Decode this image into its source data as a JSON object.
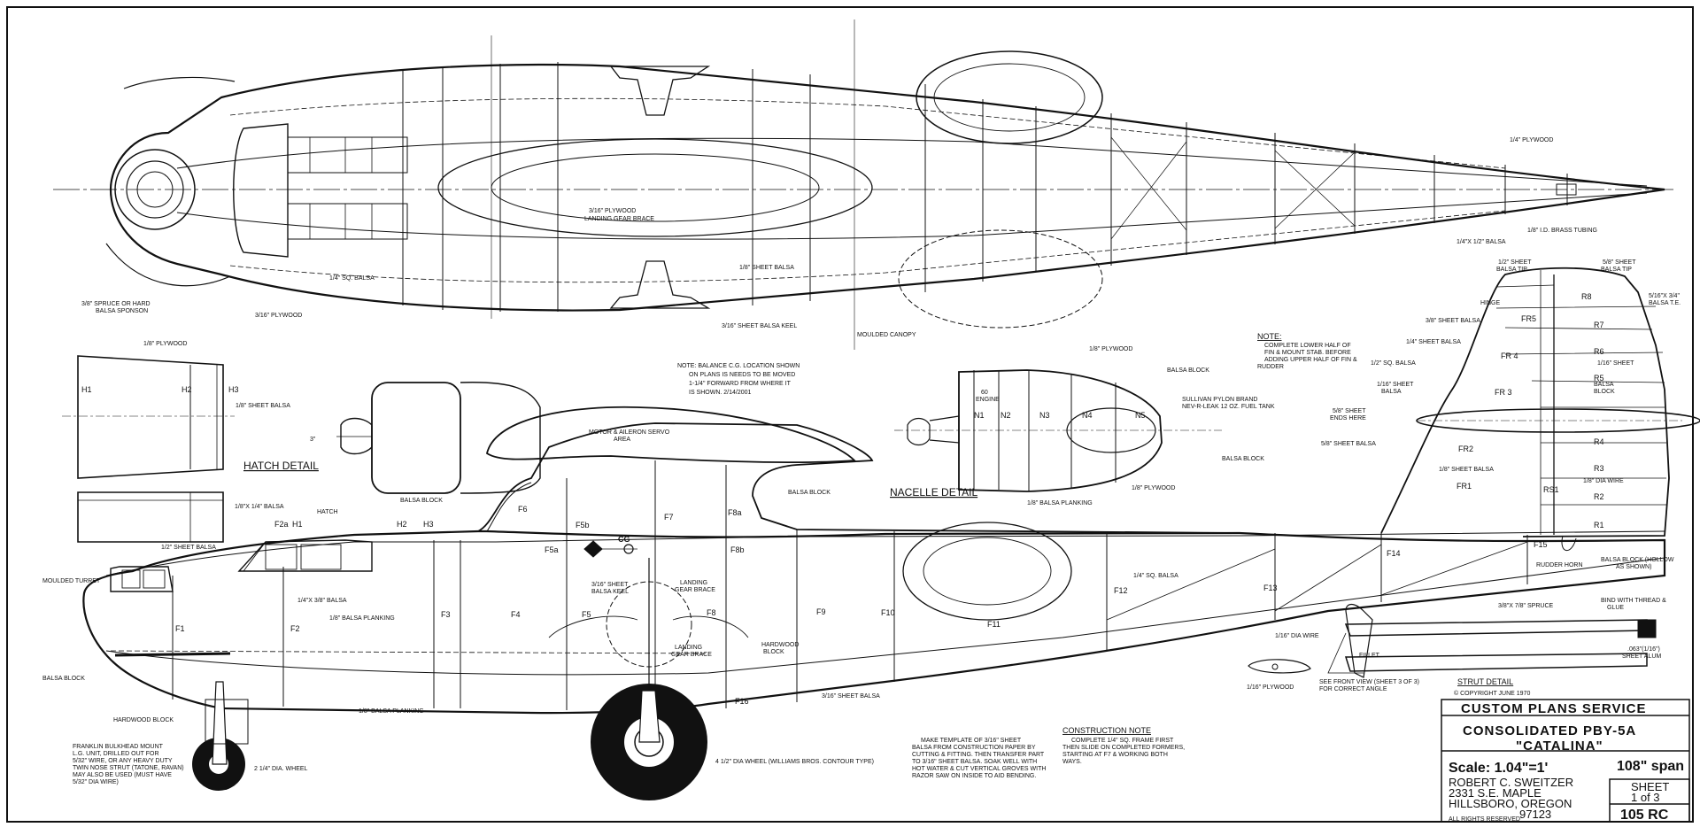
{
  "labels": {
    "ply_quarter_top": "1/4\" PLYWOOD",
    "balsa_quarter_half": "1/4\"X 1/2\" BALSA",
    "brass_tubing": "1/8\" I.D. BRASS TUBING",
    "landing_gear_brace_top": "3/16\" PLYWOOD\nLANDING GEAR BRACE",
    "sheet_balsa_eighth_top": "1/8\" SHEET BALSA",
    "sq_balsa_quarter_top": "1/4\" SQ. BALSA",
    "spruce_sponson": "3/8\" SPRUCE OR HARD\nBALSA SPONSON",
    "ply_3_16": "3/16\" PLYWOOD",
    "balsa_keel_top": "3/16\" SHEET BALSA KEEL",
    "moulded_canopy": "MOULDED CANOPY",
    "hatch_plywood": "1/8\" PLYWOOD",
    "h1": "H1",
    "h2": "H2",
    "h3": "H3",
    "hatch_sheet": "1/8\" SHEET BALSA",
    "hatch_detail": "HATCH DETAIL",
    "hatch_balsa_strip": "1/8\"X 1/4\" BALSA",
    "cg_note": "NOTE: BALANCE C.G. LOCATION SHOWN\nON PLANS IS NEEDS TO BE MOVED\n1-1/4\" FORWARD FROM WHERE IT\nIS SHOWN. 2/14/2001",
    "servo_area": "MOTOR & AILERON SERVO\nAREA",
    "balsa_block_a": "BALSA BLOCK",
    "balsa_block_b": "BALSA BLOCK",
    "hatch": "HATCH",
    "f2a": "F2a",
    "half_sheet": "1/2\" SHEET BALSA",
    "moulded_turret": "MOULDED TURRET",
    "quarter_3_8": "1/4\"X 3/8\" BALSA",
    "planking_a": "1/8\" BALSA PLANKING",
    "keel_side": "3/16\" SHEET\nBALSA KEEL",
    "lg_brace_side": "LANDING\nGEAR BRACE",
    "lg_brace_lower": "LANDING\nGEAR BRACE",
    "hardwood_block_a": "HARDWOOD\nBLOCK",
    "balsa_block_left": "BALSA BLOCK",
    "hardwood_block_b": "HARDWOOD BLOCK",
    "planking_b": "1/8\" BALSA PLANKING",
    "sheet_3_16": "3/16\" SHEET BALSA",
    "bulkhead_note": "FRANKLIN BULKHEAD MOUNT\nL.G. UNIT, DRILLED OUT FOR\n5/32\" WIRE, OR ANY HEAVY DUTY\nTWIN NOSE STRUT (TATONE, RAVAN)\nMAY ALSO BE USED (MUST HAVE\n5/32\" DIA WIRE)",
    "small_wheel": "2 1/4\" DIA. WHEEL",
    "big_wheel": "4 1/2\" DIA WHEEL (WILLIAMS BROS. CONTOUR TYPE)",
    "template_note": "MAKE TEMPLATE OF 3/16\" SHEET\nBALSA FROM CONSTRUCTION PAPER BY\nCUTTING & FITTING. THEN TRANSFER PART\nTO 3/16\" SHEET BALSA. SOAK WELL WITH\nHOT WATER & CUT VERTICAL GROVES WITH\nRAZOR SAW ON INSIDE TO AID BENDING.",
    "construction_note_title": "CONSTRUCTION NOTE",
    "construction_note": "COMPLETE 1/4\" SQ. FRAME FIRST\nTHEN SLIDE ON COMPLETED FORMERS,\nSTARTING AT F7 & WORKING BOTH\nWAYS.",
    "nacelle_ply_top": "1/8\" PLYWOOD",
    "nacelle_block_top": "BALSA BLOCK",
    "engine": "60\nENGINE",
    "fuel_tank": "SULLIVAN PYLON BRAND\nNEV-R-LEAK 12 OZ. FUEL TANK",
    "nacelle_block_low": "BALSA BLOCK",
    "nacelle_detail": "NACELLE DETAIL",
    "nacelle_planking": "1/8\" BALSA PLANKING",
    "nacelle_ply_low": "1/8\" PLYWOOD",
    "n1": "N1",
    "n2": "N2",
    "n3": "N3",
    "n4": "N4",
    "n5": "N5",
    "fin_note_title": "NOTE:",
    "fin_note": "COMPLETE LOWER HALF OF\nFIN & MOUNT STAB. BEFORE\nADDING UPPER HALF OF FIN &\nRUDDER",
    "half_sheet_tip": "1/2\" SHEET\nBALSA TIP",
    "five_16_tip": "5/8\" SHEET\nBALSA TIP",
    "hinge": "HINGE",
    "te": "5/16\"X 3/4\"\nBALSA T.E.",
    "fin_3_8": "3/8\" SHEET BALSA",
    "fin_quarter": "1/4\" SHEET BALSA",
    "fin_half": "1/2\" SQ. BALSA",
    "fin_1_16": "1/16\" SHEET\nBALSA",
    "five_8_ends": "5/8\" SHEET\nENDS HERE",
    "five_8_balsa": "5/8\" SHEET BALSA",
    "fin_1_8": "1/8\" SHEET BALSA",
    "sheet_1_16_small": "1/16\" SHEET",
    "balsa_block_r": "BALSA\nBLOCK",
    "dia_wire": "1/8\" DIA WIRE",
    "rudder_horn": "RUDDER HORN",
    "balsa_hollow": "BALSA BLOCK (HOLLOW\nAS SHOWN)",
    "sq_balsa_quarter_mid": "1/4\" SQ. BALSA",
    "spruce_strut": "3/8\"X 7/8\" SPRUCE",
    "bind": "BIND WITH THREAD &\nGLUE",
    "alum": ".063\"(1/16\")\nSHEET ALUM",
    "dia_wire_16": "1/16\" DIA WIRE",
    "fillet": "FILLET",
    "ply_16": "1/16\" PLYWOOD",
    "front_view": "SEE FRONT VIEW (SHEET 3 OF 3)\nFOR CORRECT ANGLE",
    "strut_detail": "STRUT DETAIL",
    "copyright": "© COPYRIGHT JUNE 1970",
    "cg": "CG",
    "dim_3": "3\""
  },
  "formers": {
    "f1": "F1",
    "f2": "F2",
    "f3": "F3",
    "f4": "F4",
    "f5": "F5",
    "f5a": "F5a",
    "f5b": "F5b",
    "f6": "F6",
    "f7": "F7",
    "f8": "F8",
    "f8a": "F8a",
    "f8b": "F8b",
    "f9": "F9",
    "f10": "F10",
    "f11": "F11",
    "f12": "F12",
    "f13": "F13",
    "f14": "F14",
    "f15": "F15",
    "f16": "F16"
  },
  "tail_ribs": {
    "fr1": "FR1",
    "fr2": "FR2",
    "fr3": "FR 3",
    "fr4": "FR 4",
    "fr5": "FR5",
    "r1": "R1",
    "r2": "R2",
    "r3": "R3",
    "r4": "R4",
    "r5": "R5",
    "r6": "R6",
    "r7": "R7",
    "r8": "R8",
    "rs1": "RS1"
  },
  "title_block": {
    "service": "CUSTOM PLANS SERVICE",
    "model": "CONSOLIDATED PBY-5A",
    "name": "\"CATALINA\"",
    "scale": "Scale: 1.04\"=1'",
    "span": "108\" span",
    "designer": "ROBERT C. SWEITZER",
    "address1": "2331 S.E. MAPLE",
    "address2": "HILLSBORO, OREGON",
    "zip": "97123",
    "rights": "ALL RIGHTS RESERVED",
    "sheet_label": "SHEET",
    "sheet_of": "1 of 3",
    "plan_no": "105 RC"
  }
}
